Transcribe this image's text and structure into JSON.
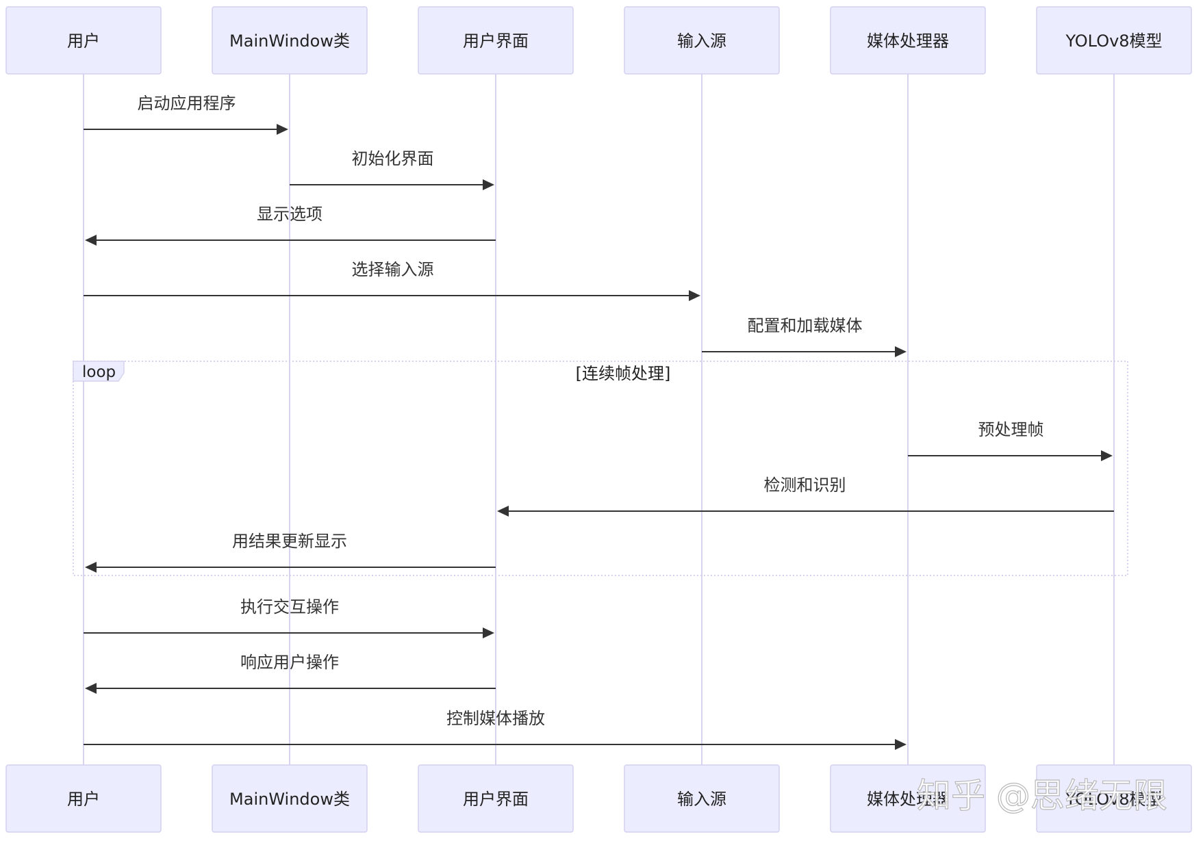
{
  "participants": [
    {
      "id": "user",
      "label": "用户"
    },
    {
      "id": "mainwindow",
      "label": "MainWindow类"
    },
    {
      "id": "ui",
      "label": "用户界面"
    },
    {
      "id": "input",
      "label": "输入源"
    },
    {
      "id": "media",
      "label": "媒体处理器"
    },
    {
      "id": "yolo",
      "label": "YOLOv8模型"
    }
  ],
  "messages": [
    {
      "from": "user",
      "to": "mainwindow",
      "label": "启动应用程序"
    },
    {
      "from": "mainwindow",
      "to": "ui",
      "label": "初始化界面"
    },
    {
      "from": "ui",
      "to": "user",
      "label": "显示选项"
    },
    {
      "from": "user",
      "to": "input",
      "label": "选择输入源"
    },
    {
      "from": "input",
      "to": "media",
      "label": "配置和加载媒体"
    },
    {
      "from": "media",
      "to": "yolo",
      "label": "预处理帧",
      "in_loop": true
    },
    {
      "from": "yolo",
      "to": "ui",
      "label": "检测和识别",
      "in_loop": true
    },
    {
      "from": "ui",
      "to": "user",
      "label": "用结果更新显示",
      "in_loop": true
    },
    {
      "from": "user",
      "to": "ui",
      "label": "执行交互操作"
    },
    {
      "from": "ui",
      "to": "user",
      "label": "响应用户操作"
    },
    {
      "from": "user",
      "to": "media",
      "label": "控制媒体播放"
    }
  ],
  "loop": {
    "keyword": "loop",
    "condition": "[连续帧处理]"
  },
  "watermark": "知乎 @思绪无限",
  "colors": {
    "actor_fill": "#ececff",
    "actor_border": "#d4d0f0",
    "lifeline": "#d9d3ef",
    "message": "#333333"
  }
}
